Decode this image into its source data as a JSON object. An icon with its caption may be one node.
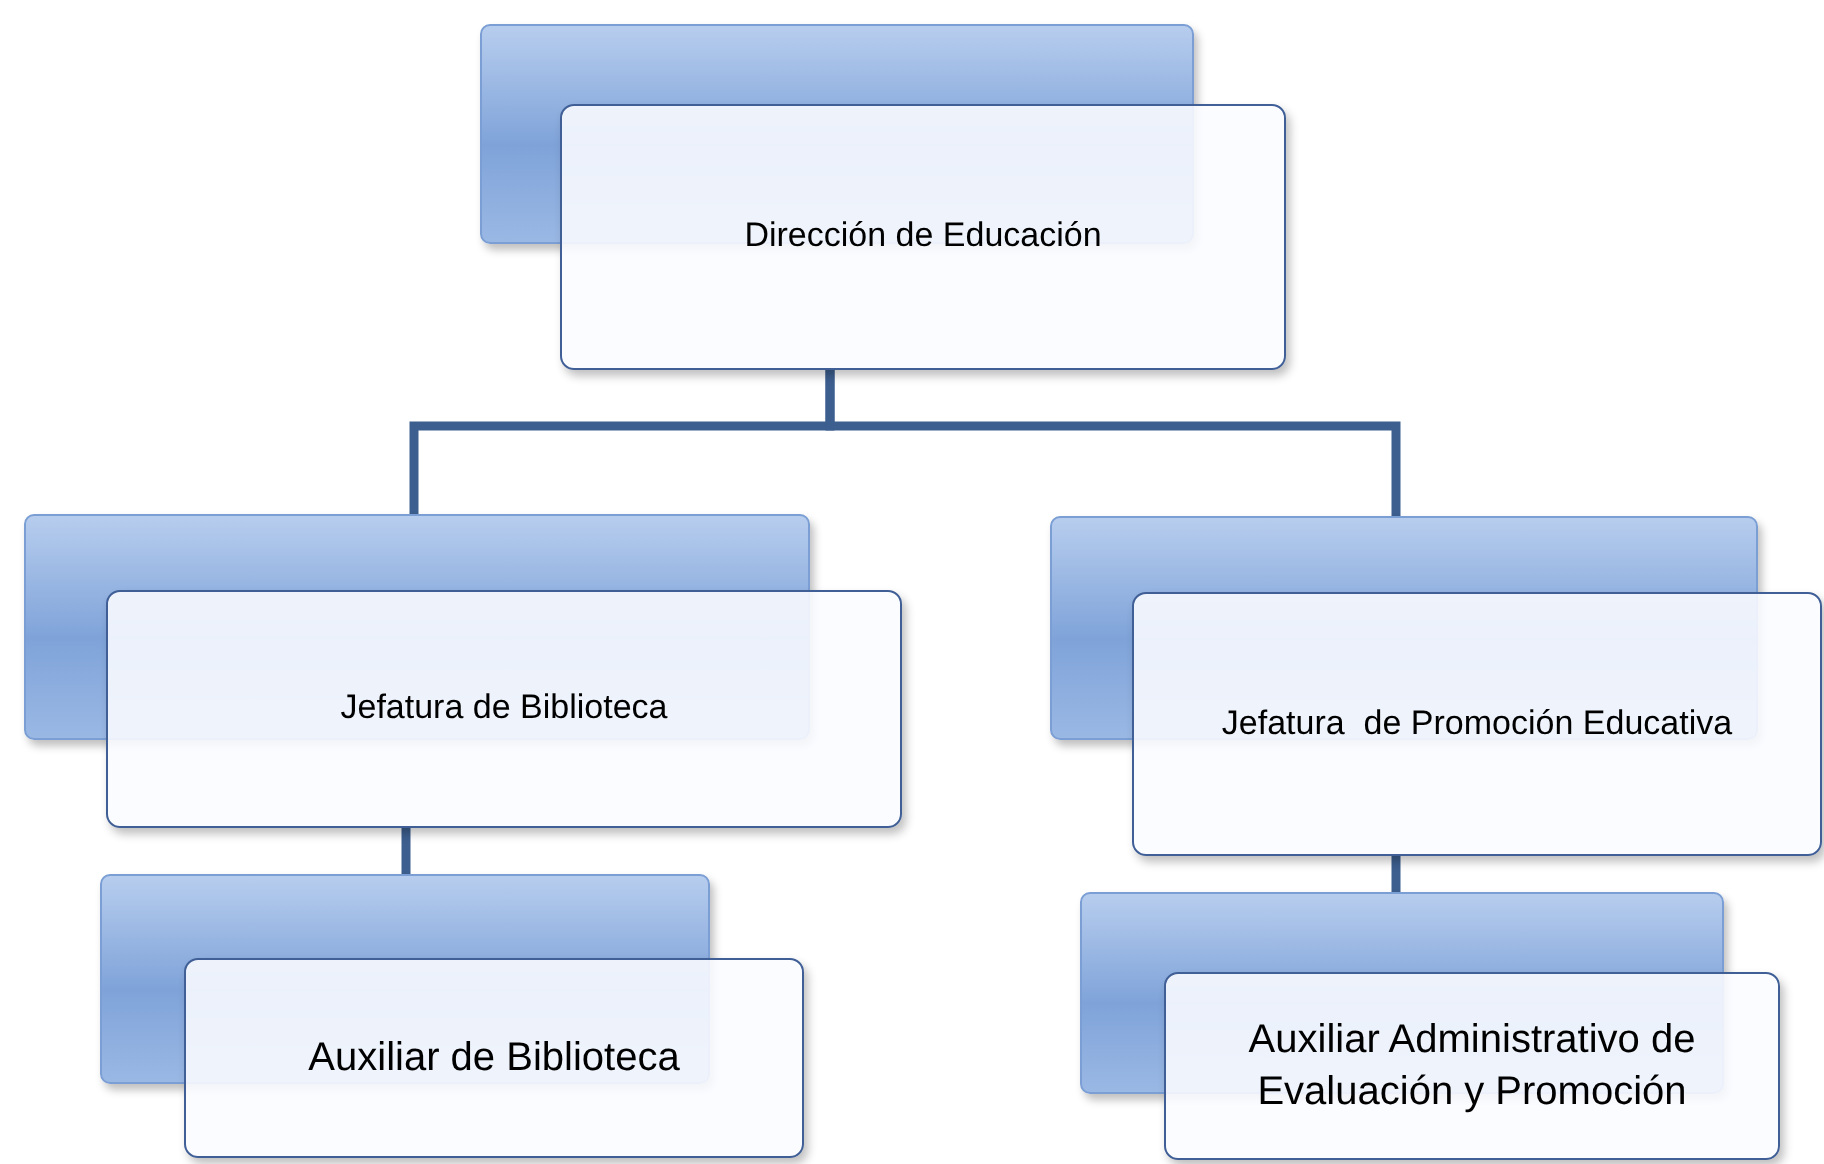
{
  "diagram": {
    "nodes": [
      {
        "text": [
          "Dirección de Educación"
        ]
      },
      {
        "text": [
          "Jefatura de Biblioteca"
        ]
      },
      {
        "text": [
          "Jefatura  de Promoción Educativa"
        ]
      },
      {
        "text": [
          "Auxiliar de Biblioteca"
        ]
      },
      {
        "text": [
          "Auxiliar Administrativo de Evaluación y Promoción"
        ]
      }
    ],
    "edges": [
      {
        "from": 0,
        "to": 1,
        "arrow": "none"
      },
      {
        "from": 0,
        "to": 2,
        "arrow": "none"
      },
      {
        "from": 1,
        "to": 3,
        "arrow": "none"
      },
      {
        "from": 2,
        "to": 4,
        "arrow": "none"
      }
    ]
  }
}
